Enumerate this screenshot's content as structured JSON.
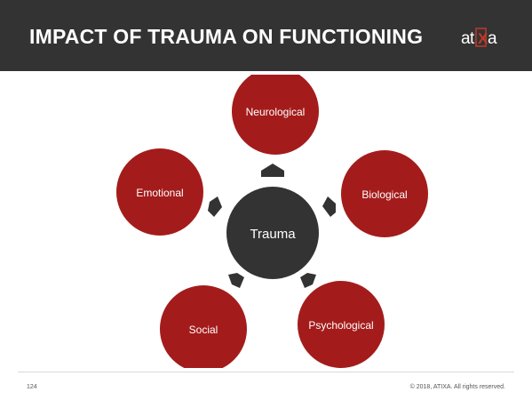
{
  "header": {
    "title": "IMPACT OF TRAUMA ON FUNCTIONING",
    "logo_text": "atixa"
  },
  "diagram": {
    "center": {
      "label": "Trauma",
      "color": "#333333"
    },
    "nodes": [
      {
        "id": "neurological",
        "label": "Neurological"
      },
      {
        "id": "biological",
        "label": "Biological"
      },
      {
        "id": "psychological",
        "label": "Psychological"
      },
      {
        "id": "social",
        "label": "Social"
      },
      {
        "id": "emotional",
        "label": "Emotional"
      }
    ],
    "node_color": "#a31c1b",
    "arrow_color": "#333333"
  },
  "footer": {
    "page_number": "124",
    "copyright": "© 2018, ATIXA. All rights reserved."
  }
}
